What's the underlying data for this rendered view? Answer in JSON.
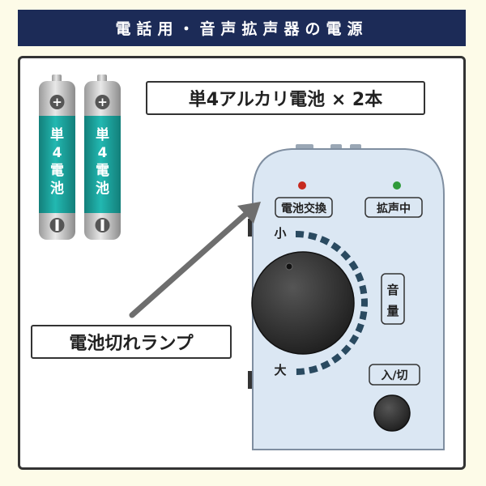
{
  "header": {
    "title": "電話用・音声拡声器の電源"
  },
  "batteries": {
    "label": "単4アルカリ電池 × 2本",
    "cell_text": [
      "単",
      "4",
      "電",
      "池"
    ],
    "plus_symbol": "+",
    "count": 2
  },
  "callout": {
    "label": "電池切れランプ"
  },
  "device": {
    "battery_change_label": "電池交換",
    "amplifying_label": "拡声中",
    "volume_min": "小",
    "volume_max": "大",
    "volume_label": [
      "音",
      "量"
    ],
    "power_label": "入/切"
  },
  "colors": {
    "header_bg": "#1c2b57",
    "battery_teal": "#1aa6a0",
    "device_body": "#dbe7f3",
    "led_red": "#c62a1f",
    "led_green": "#2f9a3a",
    "arrow_gray": "#6e6e6e"
  }
}
